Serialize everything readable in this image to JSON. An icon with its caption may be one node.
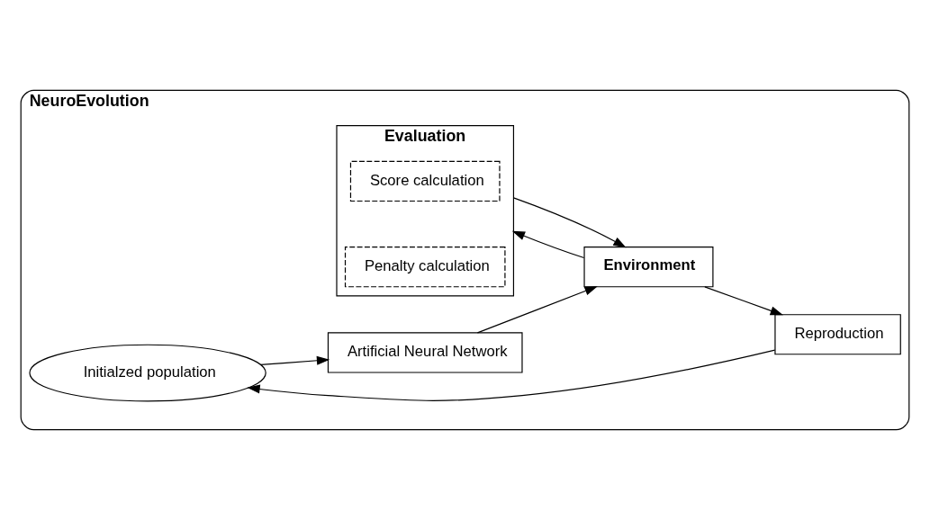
{
  "diagram": {
    "nodes": [
      {
        "text": [
          "NeuroEvolution"
        ]
      },
      {
        "text": [
          "Initialzed population"
        ],
        "in": 0
      },
      {
        "text": [
          "Artificial Neural Network"
        ],
        "in": 0
      },
      {
        "text": [
          "Evaluation"
        ],
        "in": 0
      },
      {
        "text": [
          "Score calculation"
        ],
        "in": 3
      },
      {
        "text": [
          "Penalty calculation"
        ],
        "in": 3
      },
      {
        "text": [
          "Environment"
        ],
        "in": 0
      },
      {
        "text": [
          "Reproduction"
        ],
        "in": 0
      }
    ],
    "edges": [
      {
        "from": 1,
        "to": 2,
        "arrow": "to"
      },
      {
        "from": 2,
        "to": 6,
        "arrow": "to"
      },
      {
        "from": 6,
        "to": 3,
        "arrow": "to"
      },
      {
        "from": 3,
        "to": 6,
        "arrow": "to"
      },
      {
        "from": 6,
        "to": 7,
        "arrow": "to"
      },
      {
        "from": 7,
        "to": 1,
        "arrow": "to"
      }
    ]
  }
}
